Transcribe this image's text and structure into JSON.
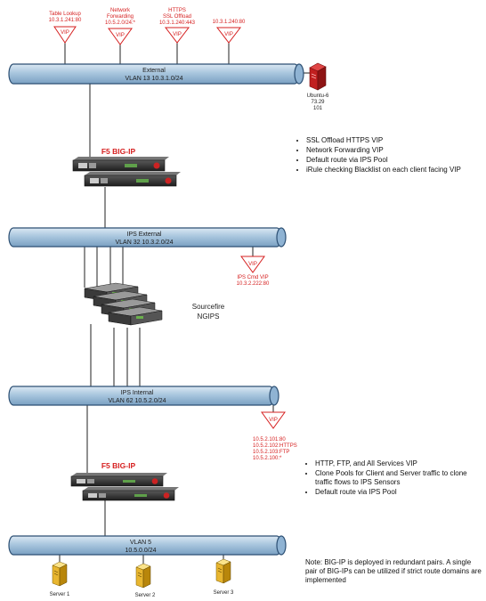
{
  "colors": {
    "pipe": "#a9c6de",
    "pipe_dark": "#6d94b8",
    "vip": "#d62020",
    "server": "#f2c94c"
  },
  "vips_top": [
    {
      "lines": [
        "Table Lookup",
        "10.3.1.241:80"
      ],
      "label": "VIP"
    },
    {
      "lines": [
        "Network",
        "Forwarding",
        "10.5.2.0/24:*"
      ],
      "label": "VIP"
    },
    {
      "lines": [
        "HTTPS",
        "SSL Offload",
        "10.3.1.240:443"
      ],
      "label": "VIP"
    },
    {
      "lines": [
        "10.3.1.240:80"
      ],
      "label": "VIP"
    }
  ],
  "vlans": {
    "external": {
      "name": "External",
      "subnet": "VLAN 13 10.3.1.0/24"
    },
    "ips_external": {
      "name": "IPS External",
      "subnet": "VLAN 32 10.3.2.0/24"
    },
    "ips_internal": {
      "name": "IPS Internal",
      "subnet": "VLAN 62 10.5.2.0/24"
    },
    "vlan5": {
      "name": "VLAN 5",
      "subnet": "10.5.0.0/24"
    }
  },
  "ubuntu": {
    "lines": [
      "Ubuntu-6",
      "73.29",
      "101"
    ]
  },
  "f5_top": {
    "title": "F5 BIG-IP"
  },
  "f5_bottom": {
    "title": "F5 BIG-IP"
  },
  "bullets_top": [
    "SSL Offload HTTPS VIP",
    "Network Forwarding VIP",
    "Default route via IPS Pool",
    "iRule checking Blacklist on each client facing VIP"
  ],
  "ips_cmd_vip": {
    "label": "VIP",
    "lines": [
      "IPS Cmd VIP",
      "10.3.2.222:80"
    ]
  },
  "sourcefire": {
    "lines": [
      "Sourcefire",
      "NGIPS"
    ]
  },
  "internal_vip": {
    "label": "VIP",
    "lines": [
      "10.5.2.101:80",
      "10.5.2.102:HTTPS",
      "10.5.2.103:FTP",
      "10.5.2.100:*"
    ]
  },
  "bullets_bottom": [
    "HTTP, FTP, and All Services VIP",
    "Clone Pools for Client and Server traffic to clone traffic flows to IPS Sensors",
    "Default route via IPS Pool"
  ],
  "servers": [
    {
      "label": "Server 1"
    },
    {
      "label": "Server 2"
    },
    {
      "label": "Server 3"
    }
  ],
  "note": "Note: BIG-IP is deployed in redundant pairs. A single pair of BIG-IPs can be utilized if strict route domains are implemented"
}
